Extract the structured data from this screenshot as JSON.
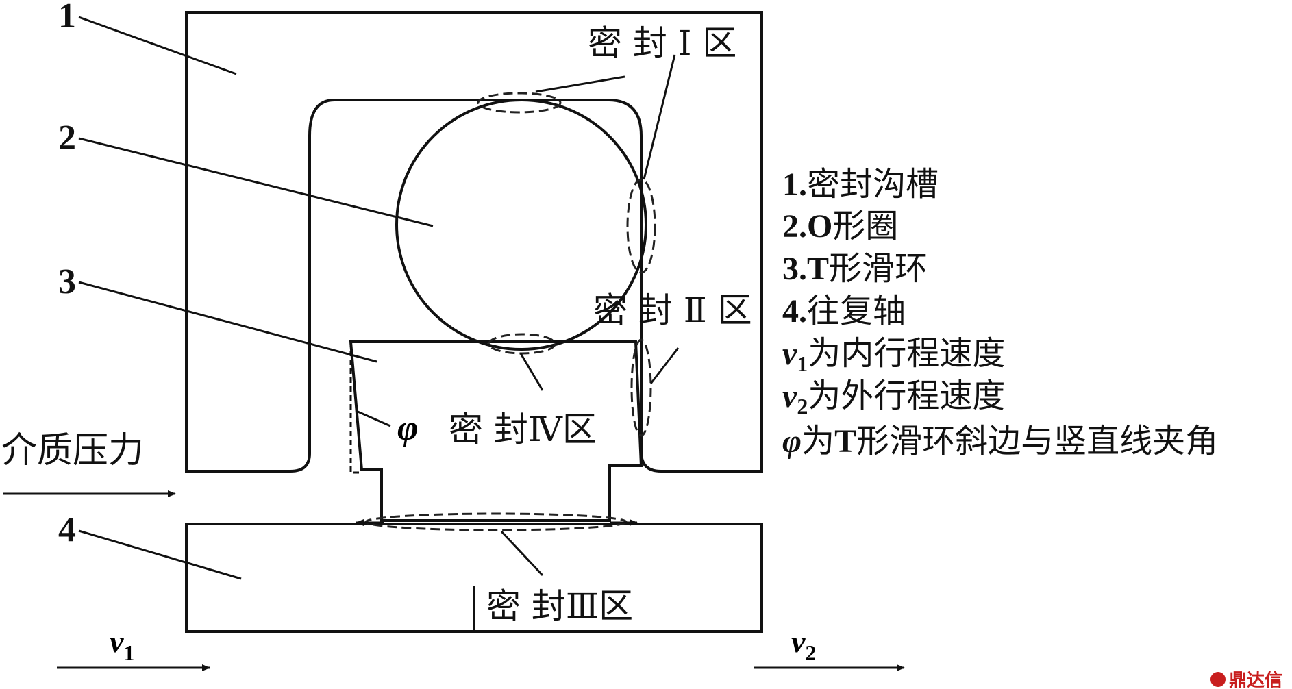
{
  "parts": {
    "n1": "1",
    "n2": "2",
    "n3": "3",
    "n4": "4"
  },
  "zones": {
    "z1": "密 封 Ⅰ 区",
    "z2": "密 封 Ⅱ 区",
    "z3": "密 封Ⅲ区",
    "z4": "密 封Ⅳ区"
  },
  "labels": {
    "medium_pressure": "介质压力",
    "phi": "φ",
    "v": "v",
    "v1_sub": "1",
    "v2_sub": "2"
  },
  "legend": {
    "l1_num": "1.",
    "l1_text": "密封沟槽",
    "l2_num": "2.O",
    "l2_text": "形圈",
    "l3_num": "3.T",
    "l3_text": "形滑环",
    "l4_num": "4.",
    "l4_text": "往复轴",
    "l5_sym": "v",
    "l5_sub": "1",
    "l5_text": "为内行程速度",
    "l6_sym": "v",
    "l6_sub": "2",
    "l6_text": "为外行程速度",
    "l7_sym": "φ",
    "l7_text_a": "为",
    "l7_text_b": "T",
    "l7_text_c": "形滑环斜边与竖直线夹角"
  },
  "watermark": "鼎达信"
}
